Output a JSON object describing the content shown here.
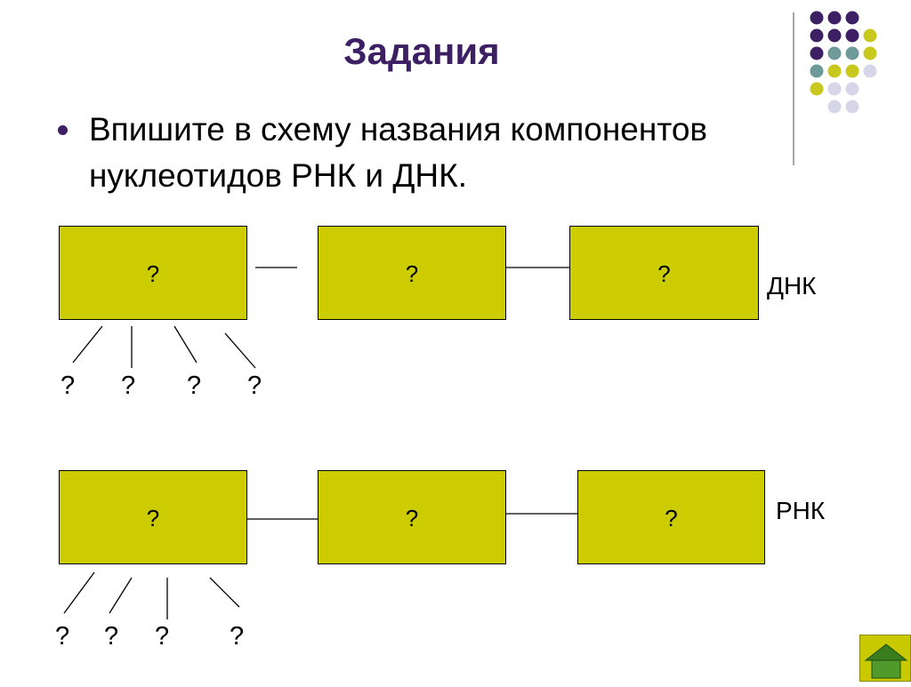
{
  "slide": {
    "title": "Задания",
    "bullet": "Впишите  в схему названия компонентов нуклеотидов РНК и ДНК."
  },
  "dna": {
    "label": "ДНК",
    "boxes": [
      "?",
      "?",
      "?"
    ],
    "sub_questions": [
      "?",
      "?",
      "?",
      "?"
    ]
  },
  "rna": {
    "label": "РНК",
    "boxes": [
      "?",
      "?",
      "?"
    ],
    "sub_questions": [
      "?",
      "?",
      "?",
      "?"
    ]
  },
  "colors": {
    "title": "#3d1f63",
    "box_fill": "#cccc00",
    "dot_purple": "#3d1f63",
    "dot_teal": "#6f9a9a",
    "dot_olive": "#c8c81e",
    "dot_lavender": "#d6d6e8"
  },
  "nav": {
    "home_icon": "home-icon"
  }
}
